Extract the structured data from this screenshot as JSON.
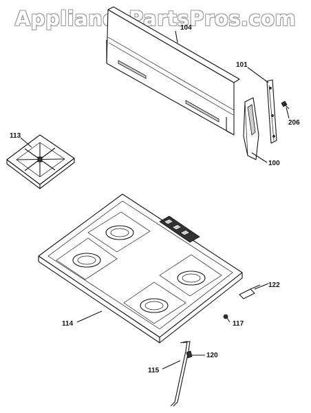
{
  "watermark": "AppliancePartsPros.com",
  "labels": {
    "p100": "100",
    "p101": "101",
    "p104": "104",
    "p113": "113",
    "p114": "114",
    "p115": "115",
    "p117": "117",
    "p120": "120",
    "p122": "122",
    "p206": "206"
  }
}
